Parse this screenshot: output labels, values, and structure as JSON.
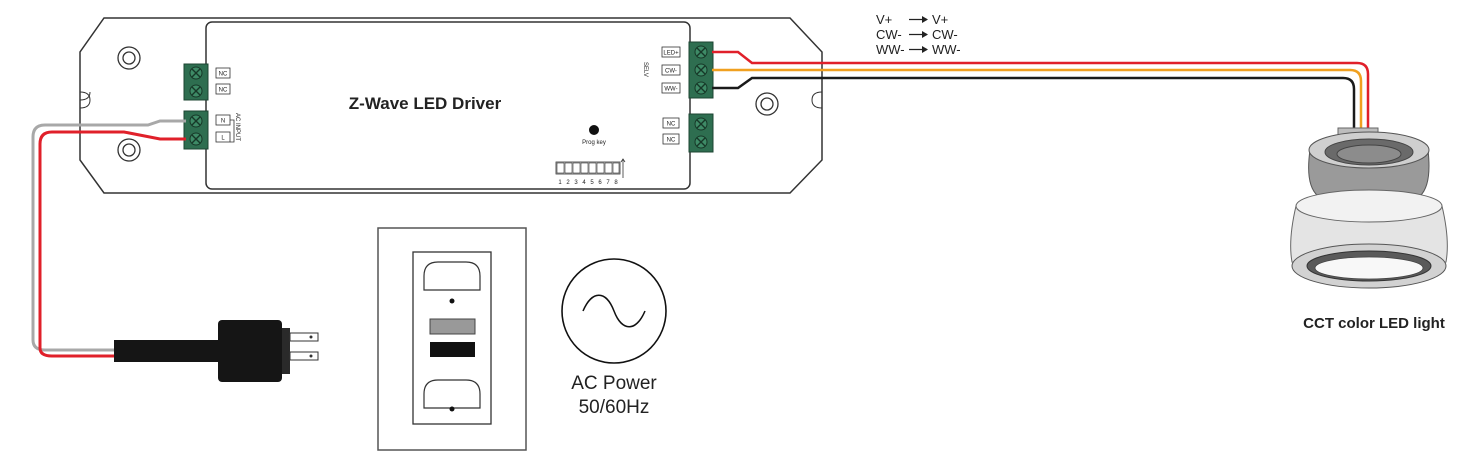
{
  "driver": {
    "title": "Z-Wave LED Driver",
    "selv_label": "SELV",
    "prog_key_label": "Prog key",
    "ac_input_label": "AC INPUT",
    "left_terminals": [
      "NC",
      "NC"
    ],
    "ac_terminals": [
      "N",
      "L"
    ],
    "output_terminals": [
      "LED+",
      "CW-",
      "WW-"
    ],
    "nc_terminals": [
      "NC",
      "NC"
    ],
    "dip_numbers": [
      "1",
      "2",
      "3",
      "4",
      "5",
      "6",
      "7",
      "8"
    ]
  },
  "wire_mapping": [
    {
      "from": "V+",
      "to": "V+"
    },
    {
      "from": "CW-",
      "to": "CW-"
    },
    {
      "from": "WW-",
      "to": "WW-"
    }
  ],
  "power": {
    "label_line1": "AC Power",
    "label_line2": "50/60Hz"
  },
  "light": {
    "label": "CCT color LED light"
  },
  "colors": {
    "wire_red": "#e0202a",
    "wire_orange": "#f0a020",
    "wire_black": "#1a1a1a",
    "wire_grey": "#a8a8a8",
    "terminal_green": "#2e6e50"
  }
}
